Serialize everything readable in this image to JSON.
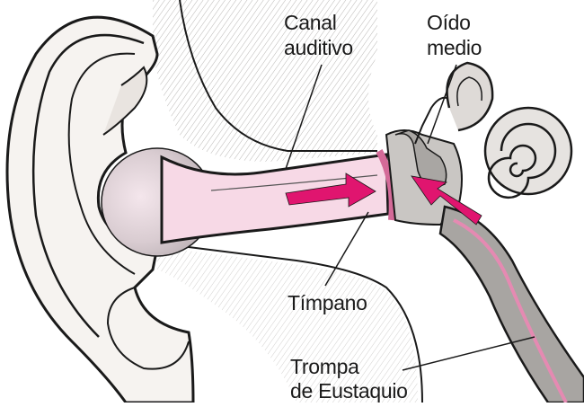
{
  "labels": {
    "ear_canal": [
      "Canal",
      "auditivo"
    ],
    "middle_ear": [
      "Oído",
      "medio"
    ],
    "eardrum": "Tímpano",
    "eustachian_tube": [
      "Trompa",
      "de Eustaquio"
    ]
  },
  "colors": {
    "outline": "#1a1a1a",
    "skin_light": "#f6f3f0",
    "skin_shade": "#d8d3cf",
    "canal_pink": "#f7d9e6",
    "bone_gray": "#b9b6b3",
    "tube_gray": "#a8a5a2",
    "arrow_magenta": "#e0156f"
  }
}
